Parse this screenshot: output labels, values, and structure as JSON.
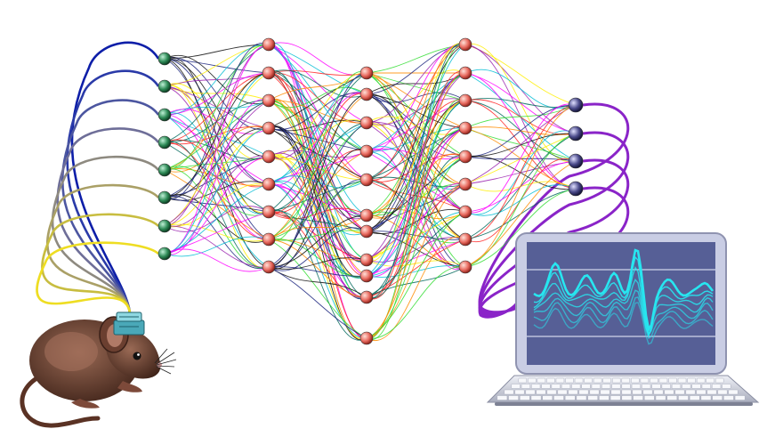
{
  "network": {
    "layers": [
      {
        "name": "input",
        "count": 8,
        "node_color": "#2e8b57"
      },
      {
        "name": "hidden-1",
        "count": 9,
        "node_color": "#e86a5f"
      },
      {
        "name": "hidden-2",
        "count": 11,
        "node_color": "#e86a5f"
      },
      {
        "name": "hidden-3",
        "count": 9,
        "node_color": "#e86a5f"
      },
      {
        "name": "output",
        "count": 4,
        "node_color": "#4a4a8a"
      }
    ],
    "edge_colors": [
      "#111111",
      "#ff00ff",
      "#33dd33",
      "#ffee00",
      "#ff2222",
      "#1a237e",
      "#00bcd4",
      "#ff8c00",
      "#9c27b0",
      "#00695c"
    ]
  },
  "electrode_cable_colors": [
    "#0d1ea8",
    "#2a3aa8",
    "#4c56a0",
    "#6e6e98",
    "#8e8a80",
    "#aaa066",
    "#c8bd40",
    "#eedd22"
  ],
  "output_cable_color": "#8a24c8",
  "signal_trace_color": "#27e6f0",
  "signal_traces": 7
}
